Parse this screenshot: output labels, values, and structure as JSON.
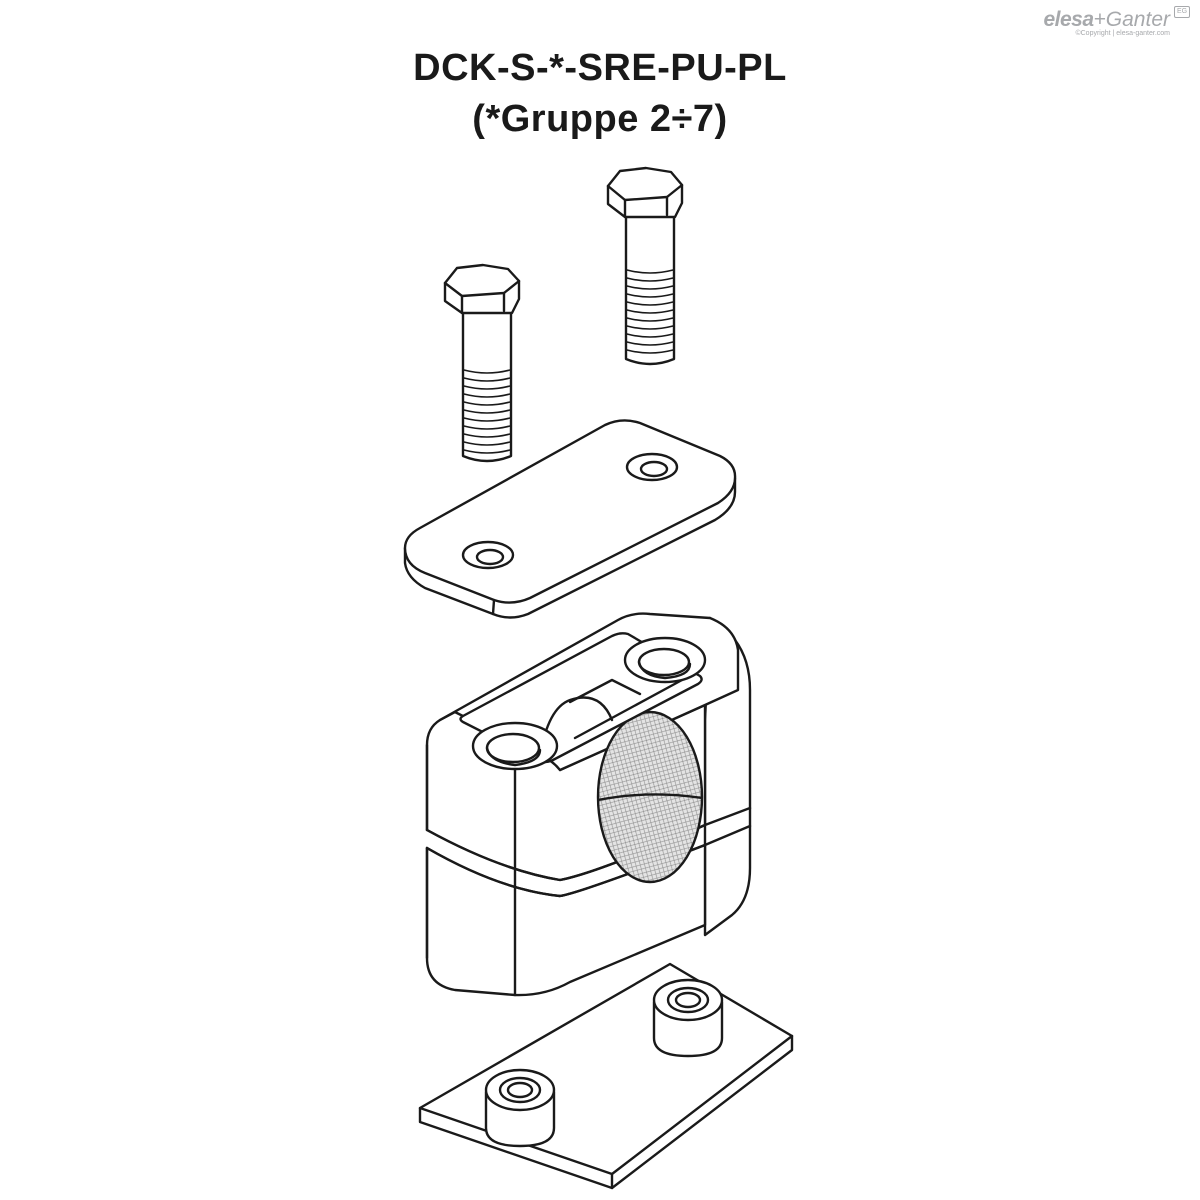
{
  "title": {
    "line1": "DCK-S-*-SRE-PU-PL",
    "line2": "(*Gruppe 2÷7)"
  },
  "brand": {
    "name_part1": "elesa",
    "name_part2": "+Ganter",
    "copyright": "©Copyright | elesa-ganter.com",
    "badge": "EG",
    "color": "#a7a9ac"
  },
  "colors": {
    "line": "#1a1a1a",
    "background": "#ffffff",
    "mesh": "#d9d9d9"
  }
}
